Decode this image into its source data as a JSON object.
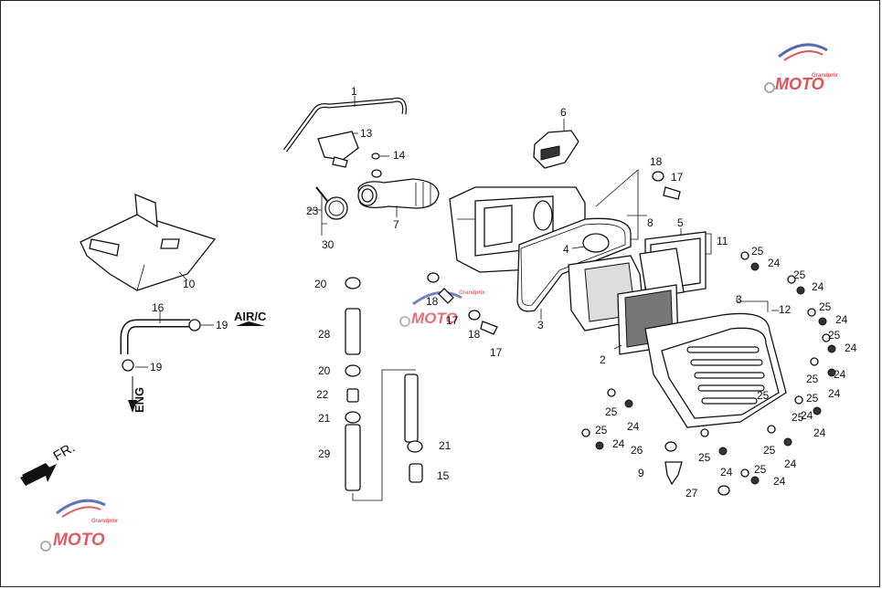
{
  "labels": {
    "p1": "1",
    "p2": "2",
    "p3a": "3",
    "p3b": "3",
    "p4": "4",
    "p5": "5",
    "p6": "6",
    "p7": "7",
    "p8": "8",
    "p9": "9",
    "p10": "10",
    "p11": "11",
    "p12": "12",
    "p13": "13",
    "p14": "14",
    "p15": "15",
    "p16": "16",
    "p17a": "17",
    "p17b": "17",
    "p17c": "17",
    "p18a": "18",
    "p18b": "18",
    "p18c": "18",
    "p19a": "19",
    "p19b": "19",
    "p20a": "20",
    "p20b": "20",
    "p21a": "21",
    "p21b": "21",
    "p22": "22",
    "p23": "23",
    "p24_1": "24",
    "p24_2": "24",
    "p24_3": "24",
    "p24_4": "24",
    "p24_5": "24",
    "p24_6": "24",
    "p24_7": "24",
    "p24_8": "24",
    "p24_9": "24",
    "p24_10": "24",
    "p24_11": "24",
    "p24_12": "24",
    "p24_13": "24",
    "p25_1": "25",
    "p25_2": "25",
    "p25_3": "25",
    "p25_4": "25",
    "p25_5": "25",
    "p25_6": "25",
    "p25_7": "25",
    "p25_8": "25",
    "p25_9": "25",
    "p25_10": "25",
    "p25_11": "25",
    "p25_12": "25",
    "p25_13": "25",
    "p26": "26",
    "p27": "27",
    "p28": "28",
    "p29": "29",
    "p30": "30"
  },
  "annotations": {
    "air_c": "AIR/C",
    "eng": "ENG",
    "front": "FR."
  },
  "watermark": {
    "text": "MOTO",
    "sub": "Grandprix",
    "colors": {
      "red": "#d9343c",
      "blue": "#3b4fa8",
      "gray": "#9a9a9a"
    }
  }
}
